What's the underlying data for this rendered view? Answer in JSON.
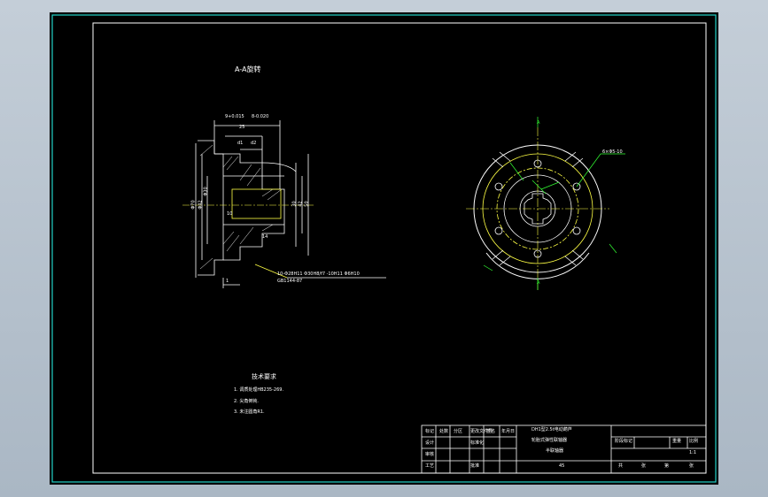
{
  "view_title": "A-A旋转",
  "tech_req": {
    "heading": "技术要求",
    "items": [
      "1. 调质处理HB235-269.",
      "2. 尖角倒钝.",
      "3. 未注圆角R1."
    ]
  },
  "section_dims": {
    "top_a": "9+0.015",
    "top_b": "8-0.020",
    "top_c": "25",
    "d1": "d1",
    "d2": "d2",
    "left_1": "Φ70",
    "left_2": "Φ42",
    "left_3": "Φ30",
    "center": "10",
    "right_1": "30",
    "right_2": "42",
    "right_3": "50",
    "bottom": "14",
    "bottom_b": "1",
    "spline_note": "10-Φ28H11 Φ30H8/f7 -10H11 Φ6H10",
    "spline_std": "GB1144-87"
  },
  "circle_view": {
    "hole_label": "6×Φ5-10",
    "mark_top": "A",
    "mark_bottom": "A"
  },
  "title_block": {
    "project": "DH1型2.5t电动葫芦",
    "part_name": "轮胎式弹性联轴器",
    "sub_name": "半联轴器",
    "material": "45",
    "left_rows": [
      [
        "标记",
        "处数",
        "分区",
        "更改文件号",
        "签名",
        "年月日"
      ],
      [
        "设计",
        "",
        "标准化",
        "",
        "",
        ""
      ],
      [
        "审核",
        "",
        "",
        "",
        "",
        ""
      ],
      [
        "工艺",
        "",
        "批准",
        "",
        "",
        ""
      ]
    ],
    "right_header": [
      "阶段标记",
      "重量",
      "比例"
    ],
    "scale": "1:1",
    "sheet_info": [
      "共",
      "张",
      "第",
      "张"
    ]
  }
}
